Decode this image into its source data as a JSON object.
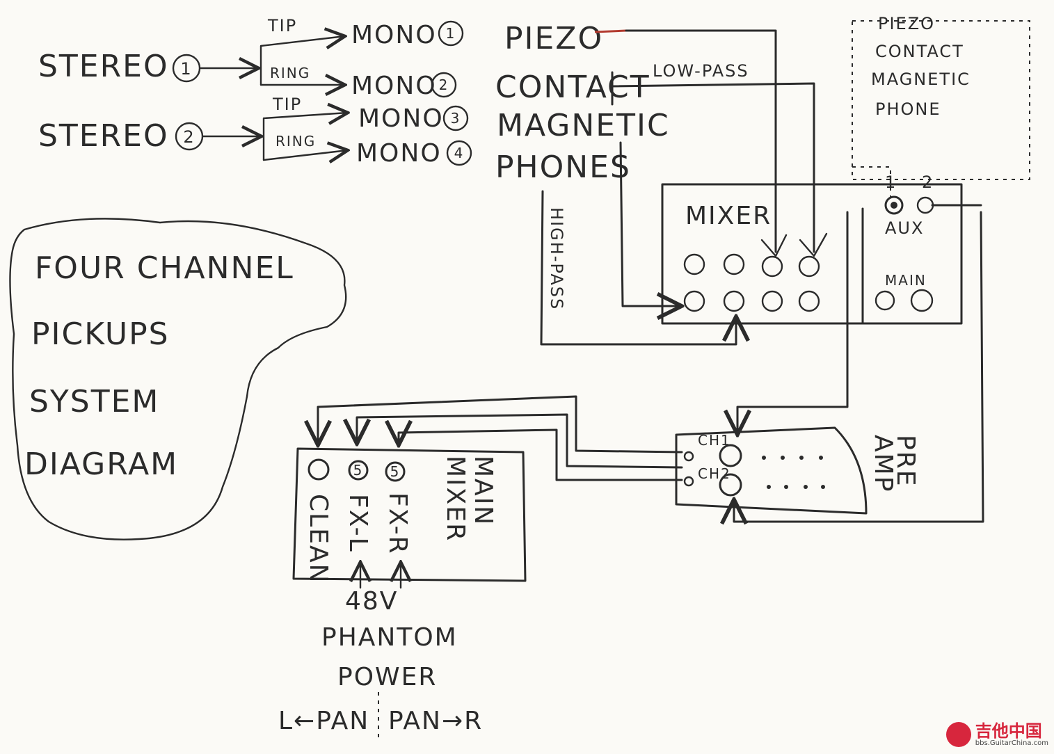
{
  "labels": {
    "stereo1": "STEREO",
    "stereo1_num": "1",
    "stereo2": "STEREO",
    "stereo2_num": "2",
    "tip1": "TIP",
    "ring1": "RING",
    "tip2": "TIP",
    "ring2": "RING",
    "mono1": "MONO",
    "mono1_num": "1",
    "mono2": "MONO",
    "mono2_num": "2",
    "mono3": "MONO",
    "mono3_num": "3",
    "mono4": "MONO",
    "mono4_num": "4",
    "piezo": "PIEZO",
    "contact": "CONTACT",
    "magnetic": "MAGNETIC",
    "phones": "PHONES",
    "low_pass": "LOW-PASS",
    "high_pass": "HIGH-PASS",
    "mixer": "MIXER",
    "aux": "AUX",
    "aux_1": "1",
    "aux_2": "2",
    "main": "MAIN",
    "pre_amp_1": "PRE",
    "pre_amp_2": "AMP",
    "ch1": "CH1",
    "ch2": "CH2",
    "main_mixer_1": "MAIN",
    "main_mixer_2": "MIXER",
    "clean": "CLEAN",
    "fx_l": "FX-L",
    "fx_r": "FX-R",
    "fx_num": "5",
    "v48": "48V",
    "phantom": "PHANTOM",
    "power": "POWER",
    "pan_l": "L←PAN",
    "pan_r": "PAN→R"
  },
  "legend_box": [
    "PIEZO",
    "CONTACT",
    "MAGNETIC",
    "PHONE"
  ],
  "title_lines": [
    "FOUR CHANNEL",
    "PICKUPS",
    "SYSTEM",
    "DIAGRAM"
  ],
  "watermark": {
    "name": "吉他中国",
    "url": "bbs.GuitarChina.com"
  },
  "colors": {
    "ink": "#2b2b2b",
    "paper": "#fbfaf6",
    "accent_red": "#b23a2e",
    "watermark_red": "#d7263d"
  }
}
